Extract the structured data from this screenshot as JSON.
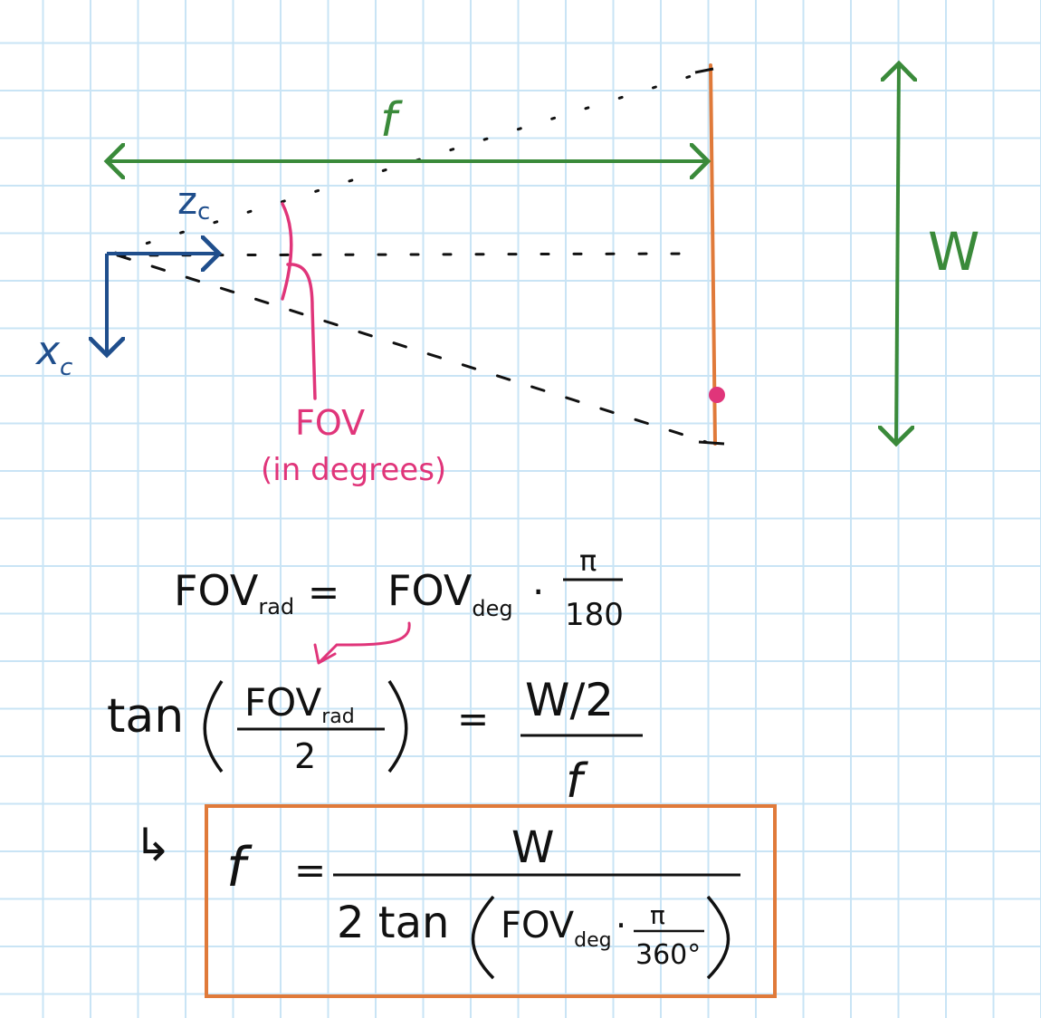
{
  "diagram": {
    "labels": {
      "focal": "f",
      "width": "W",
      "z_axis": "z",
      "z_sub": "c",
      "x_axis": "x",
      "x_sub": "c",
      "fov": "FOV",
      "fov_note": "(in degrees)"
    },
    "colors": {
      "camera_axes": "#1f4e8c",
      "measurements": "#3a8a3a",
      "fov_annotation": "#e0357a",
      "image_plane": "#e07a3a",
      "frustum_lines": "#111111",
      "grid": "#c9e4f5"
    }
  },
  "equations": {
    "eq1": {
      "lhs": "FOV",
      "lhs_sub": "rad",
      "eq": "=",
      "rhs": "FOV",
      "rhs_sub": "deg",
      "dot": "·",
      "num": "π",
      "den": "180"
    },
    "eq2": {
      "tan": "tan",
      "num": "FOV",
      "num_sub": "rad",
      "den": "2",
      "eq": "=",
      "rhs_num": "W/2",
      "rhs_den": "f"
    },
    "eq3": {
      "arrow": "↳",
      "lhs": "f",
      "eq": "=",
      "num": "W",
      "den_prefix": "2 tan",
      "fov": "FOV",
      "fov_sub": "deg",
      "dot": "·",
      "pi": "π",
      "angle": "360°"
    }
  }
}
